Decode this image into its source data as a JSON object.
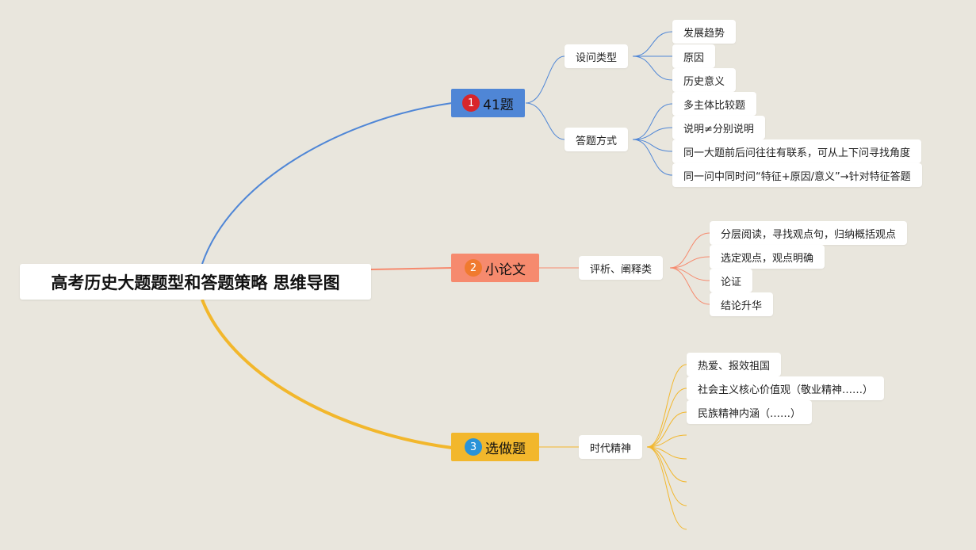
{
  "root": {
    "title": "高考历史大题题型和答题策略 思维导图"
  },
  "colors": {
    "blue": "#4f86d6",
    "orange": "#f68a6e",
    "yellow": "#f2b72c",
    "badge_red": "#d8262b",
    "badge_orange": "#f07a2f",
    "badge_blue": "#2a93d8"
  },
  "branches": [
    {
      "badge": "1",
      "label": "41题",
      "subs": [
        {
          "label": "设问类型",
          "leaves": [
            "发展趋势",
            "原因",
            "历史意义"
          ]
        },
        {
          "label": "答题方式",
          "leaves": [
            "多主体比较题",
            "说明≠分别说明",
            "同一大题前后问往往有联系，可从上下问寻找角度",
            "同一问中同时问“特征+原因/意义”→针对特征答题"
          ]
        }
      ]
    },
    {
      "badge": "2",
      "label": "小论文",
      "subs": [
        {
          "label": "评析、阐释类",
          "leaves": [
            "分层阅读，寻找观点句，归纳概括观点",
            "选定观点，观点明确",
            "论证",
            "结论升华"
          ]
        }
      ]
    },
    {
      "badge": "3",
      "label": "选做题",
      "subs": [
        {
          "label": "时代精神",
          "leaves": [
            "热爱、报效祖国",
            "社会主义核心价值观（敬业精神……）",
            "民族精神内涵（……）"
          ]
        }
      ]
    }
  ]
}
